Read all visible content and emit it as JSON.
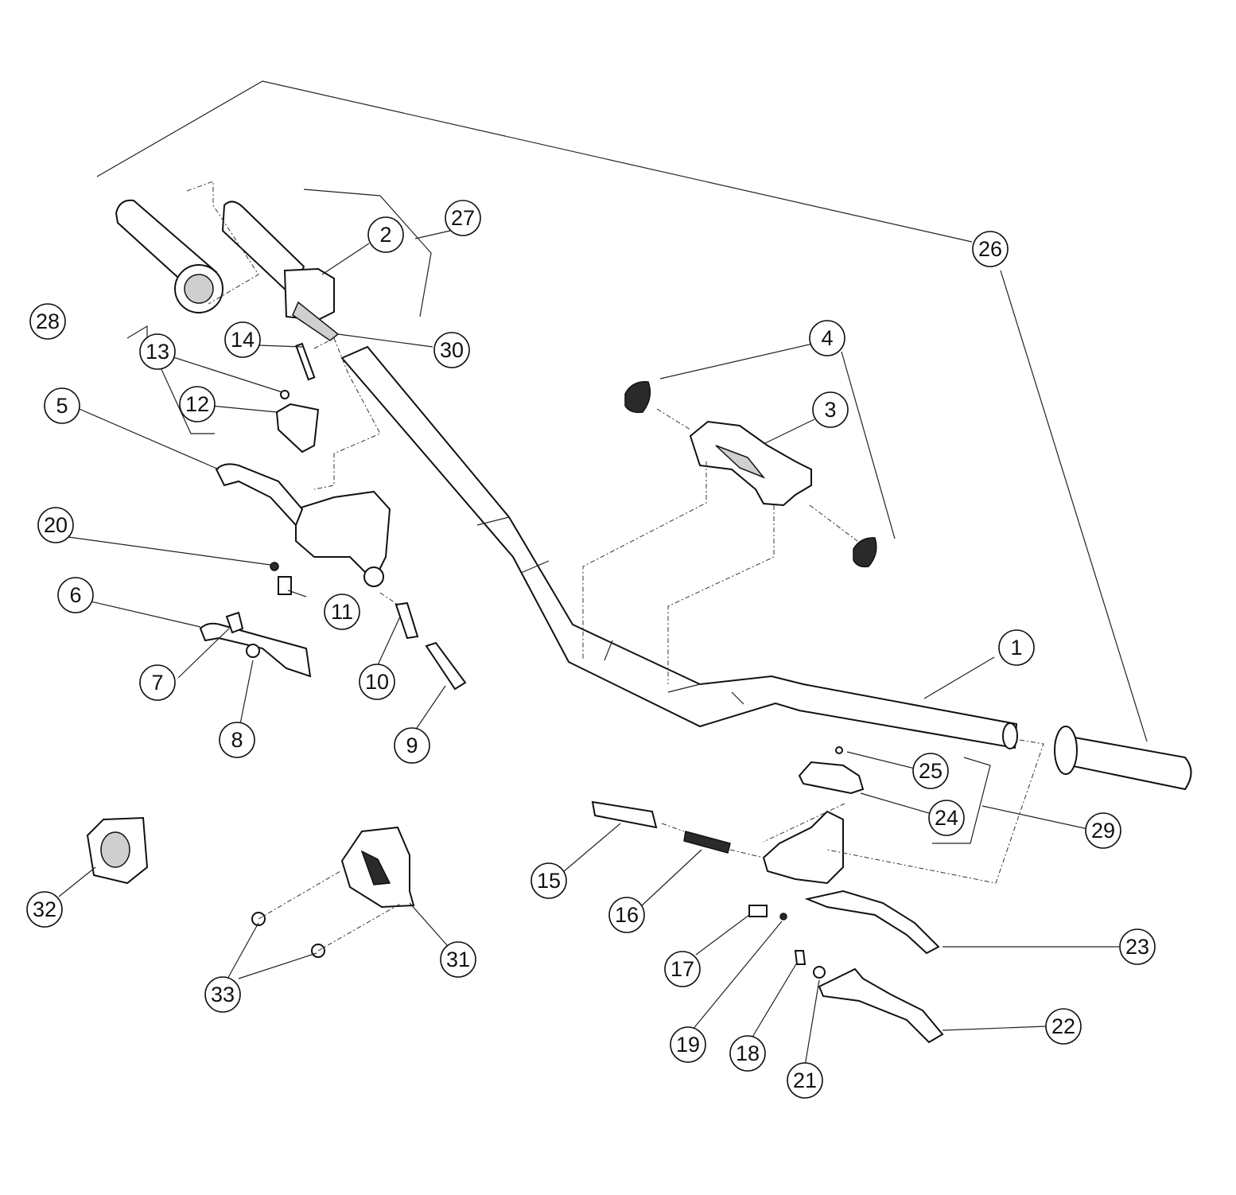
{
  "diagram": {
    "callouts": [
      {
        "id": "c1",
        "label": "1"
      },
      {
        "id": "c2",
        "label": "2"
      },
      {
        "id": "c3",
        "label": "3"
      },
      {
        "id": "c4",
        "label": "4"
      },
      {
        "id": "c5",
        "label": "5"
      },
      {
        "id": "c6",
        "label": "6"
      },
      {
        "id": "c7",
        "label": "7"
      },
      {
        "id": "c8",
        "label": "8"
      },
      {
        "id": "c9",
        "label": "9"
      },
      {
        "id": "c10",
        "label": "10"
      },
      {
        "id": "c11",
        "label": "11"
      },
      {
        "id": "c12",
        "label": "12"
      },
      {
        "id": "c13",
        "label": "13"
      },
      {
        "id": "c14",
        "label": "14"
      },
      {
        "id": "c15",
        "label": "15"
      },
      {
        "id": "c16",
        "label": "16"
      },
      {
        "id": "c17",
        "label": "17"
      },
      {
        "id": "c18",
        "label": "18"
      },
      {
        "id": "c19",
        "label": "19"
      },
      {
        "id": "c20",
        "label": "20"
      },
      {
        "id": "c21",
        "label": "21"
      },
      {
        "id": "c22",
        "label": "22"
      },
      {
        "id": "c23",
        "label": "23"
      },
      {
        "id": "c24",
        "label": "24"
      },
      {
        "id": "c25",
        "label": "25"
      },
      {
        "id": "c26",
        "label": "26"
      },
      {
        "id": "c27",
        "label": "27"
      },
      {
        "id": "c28",
        "label": "28"
      },
      {
        "id": "c29",
        "label": "29"
      },
      {
        "id": "c30",
        "label": "30"
      },
      {
        "id": "c31",
        "label": "31"
      },
      {
        "id": "c32",
        "label": "32"
      },
      {
        "id": "c33",
        "label": "33"
      }
    ]
  }
}
